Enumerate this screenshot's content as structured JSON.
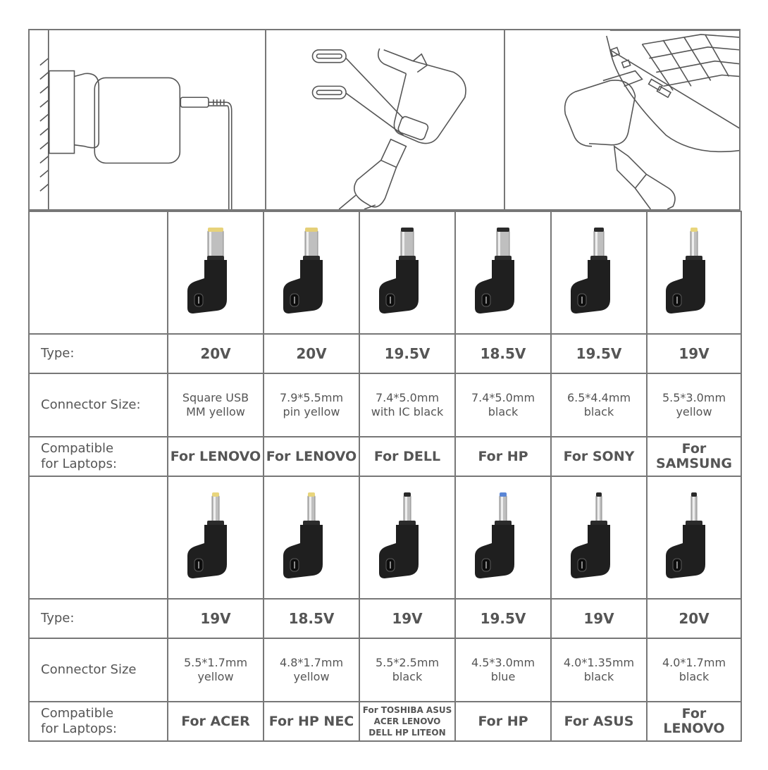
{
  "illustrations": [
    {
      "name": "wall-charger"
    },
    {
      "name": "usbc-to-dc-adapter"
    },
    {
      "name": "laptop-connection"
    }
  ],
  "colors": {
    "border": "#777777",
    "text": "#555555",
    "adapter_body": "#1f1f1f"
  },
  "sections": [
    {
      "type_label": "Type:",
      "size_label": "Connector Size:",
      "compat_label_line1": "Compatible",
      "compat_label_line2": "for Laptops:",
      "items": [
        {
          "type": "20V",
          "size_line1": "Square USB",
          "size_line2": "MM yellow",
          "compat": "For LENOVO",
          "tip": "square",
          "tip_color": "#e7d27a"
        },
        {
          "type": "20V",
          "size_line1": "7.9*5.5mm",
          "size_line2": "pin yellow",
          "compat": "For LENOVO",
          "tip": "wide",
          "tip_color": "#e4cf78"
        },
        {
          "type": "19.5V",
          "size_line1": "7.4*5.0mm",
          "size_line2": "with IC black",
          "compat": "For DELL",
          "tip": "wide",
          "tip_color": "#2a2a2a"
        },
        {
          "type": "18.5V",
          "size_line1": "7.4*5.0mm",
          "size_line2": "black",
          "compat": "For HP",
          "tip": "wide",
          "tip_color": "#2a2a2a"
        },
        {
          "type": "19.5V",
          "size_line1": "6.5*4.4mm",
          "size_line2": "black",
          "compat": "For SONY",
          "tip": "mid",
          "tip_color": "#2a2a2a"
        },
        {
          "type": "19V",
          "size_line1": "5.5*3.0mm",
          "size_line2": "yellow",
          "compat": "For SAMSUNG",
          "tip": "narrow",
          "tip_color": "#e8d57c"
        }
      ]
    },
    {
      "type_label": "Type:",
      "size_label": "Connector Size",
      "compat_label_line1": "Compatible",
      "compat_label_line2": "for Laptops:",
      "items": [
        {
          "type": "19V",
          "size_line1": "5.5*1.7mm",
          "size_line2": "yellow",
          "compat": "For ACER",
          "tip": "narrow",
          "tip_color": "#e8d57c"
        },
        {
          "type": "18.5V",
          "size_line1": "4.8*1.7mm",
          "size_line2": "yellow",
          "compat": "For HP NEC",
          "tip": "narrow",
          "tip_color": "#e8d57c"
        },
        {
          "type": "19V",
          "size_line1": "5.5*2.5mm",
          "size_line2": "black",
          "compat": "For TOSHIBA ASUS ACER LENOVO DELL HP LITEON",
          "tip": "narrow",
          "tip_color": "#2a2a2a"
        },
        {
          "type": "19.5V",
          "size_line1": "4.5*3.0mm",
          "size_line2": "blue",
          "compat": "For HP",
          "tip": "narrow",
          "tip_color": "#5a86d6"
        },
        {
          "type": "19V",
          "size_line1": "4.0*1.35mm",
          "size_line2": "black",
          "compat": "For ASUS",
          "tip": "thin",
          "tip_color": "#2a2a2a"
        },
        {
          "type": "20V",
          "size_line1": "4.0*1.7mm",
          "size_line2": "black",
          "compat": "For LENOVO",
          "tip": "thin",
          "tip_color": "#2a2a2a"
        }
      ]
    }
  ]
}
